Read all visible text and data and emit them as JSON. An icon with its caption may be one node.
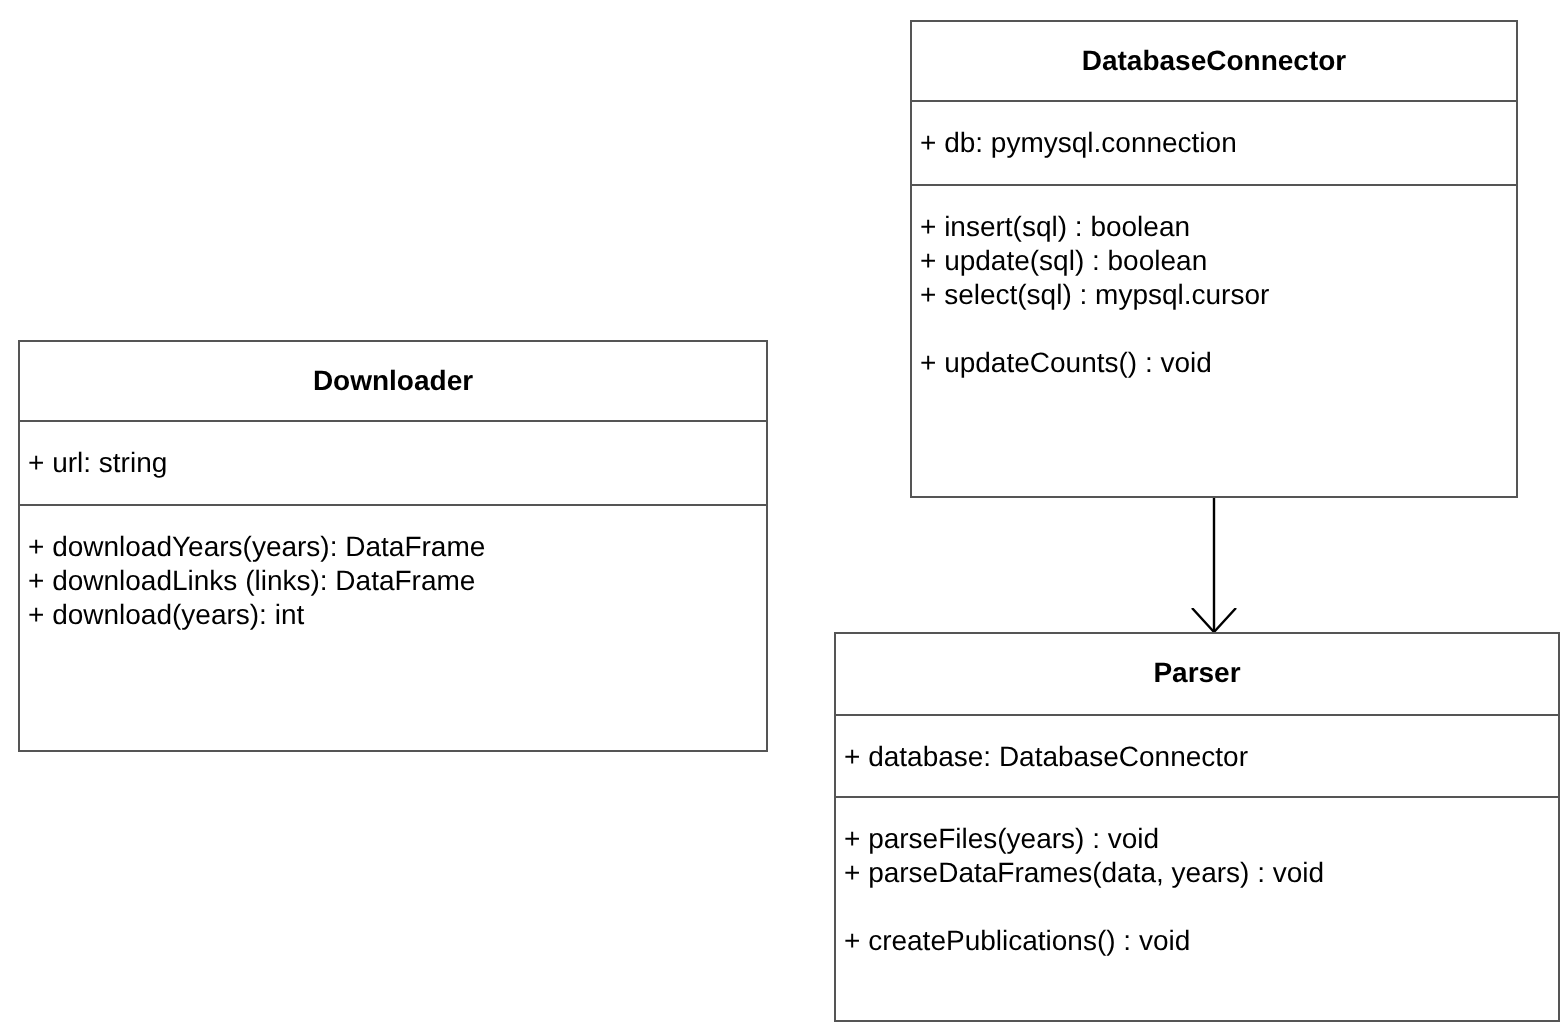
{
  "diagram": {
    "nodes": [
      {
        "text": [
          "Downloader",
          "+ url: string",
          "+ downloadYears(years): DataFrame",
          "+ downloadLinks (links): DataFrame",
          "+ download(years): int"
        ]
      },
      {
        "text": [
          "DatabaseConnector",
          "+ db: pymysql.connection",
          "+ insert(sql) : boolean",
          "+ update(sql) : boolean",
          "+ select(sql) : mypsql.cursor",
          "+ updateCounts() : void"
        ]
      },
      {
        "text": [
          "Parser",
          "+ database: DatabaseConnector",
          "+ parseFiles(years) : void",
          "+ parseDataFrames(data, years) : void",
          "+ createPublications() : void"
        ]
      }
    ],
    "edges": [
      {
        "from": 1,
        "to": 2,
        "arrow": "to"
      }
    ]
  }
}
